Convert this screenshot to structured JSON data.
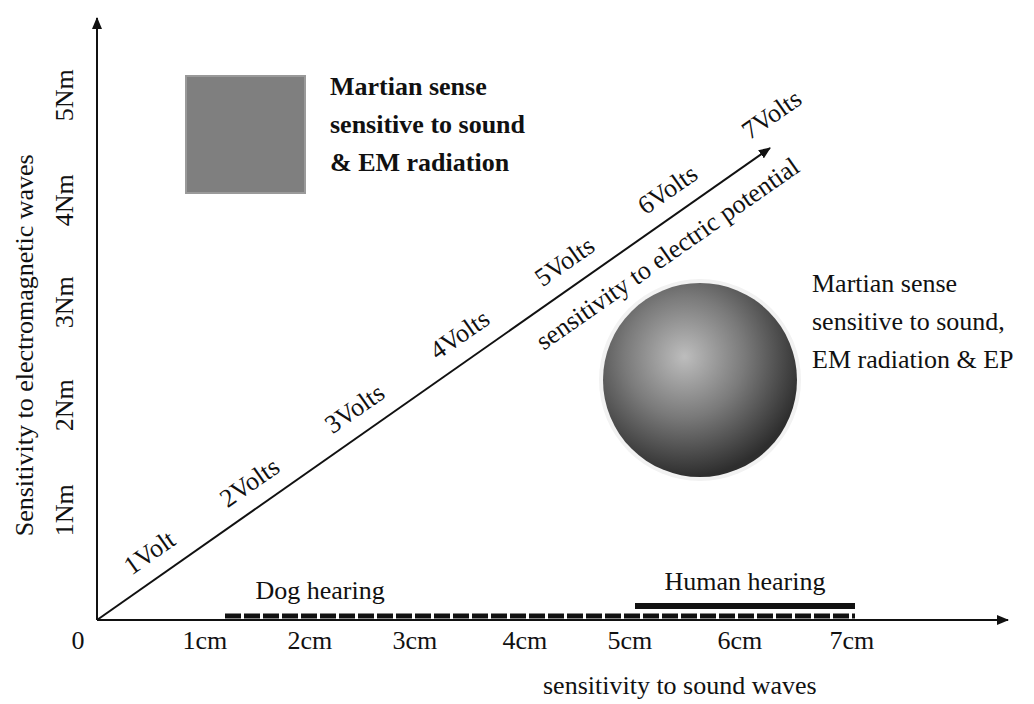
{
  "diagram": {
    "nodes": [
      {
        "text": [
          "Martian sense sensitive to sound & EM radiation"
        ]
      },
      {
        "text": [
          "Martian sense sensitive to sound, EM radiation & EP"
        ]
      }
    ],
    "labels": [
      "Sensitivity to electromagnetic waves",
      "5Nm",
      "4Nm",
      "3Nm",
      "2Nm",
      "1Nm",
      "0",
      "1cm",
      "2cm",
      "3cm",
      "4cm",
      "5cm",
      "6cm",
      "7cm",
      "sensitivity to sound waves",
      "1Volt",
      "2Volts",
      "3Volts",
      "4Volts",
      "5Volts",
      "6Volts",
      "7Volts",
      "sensitivity to electric potential",
      "Dog hearing",
      "Human hearing"
    ]
  }
}
